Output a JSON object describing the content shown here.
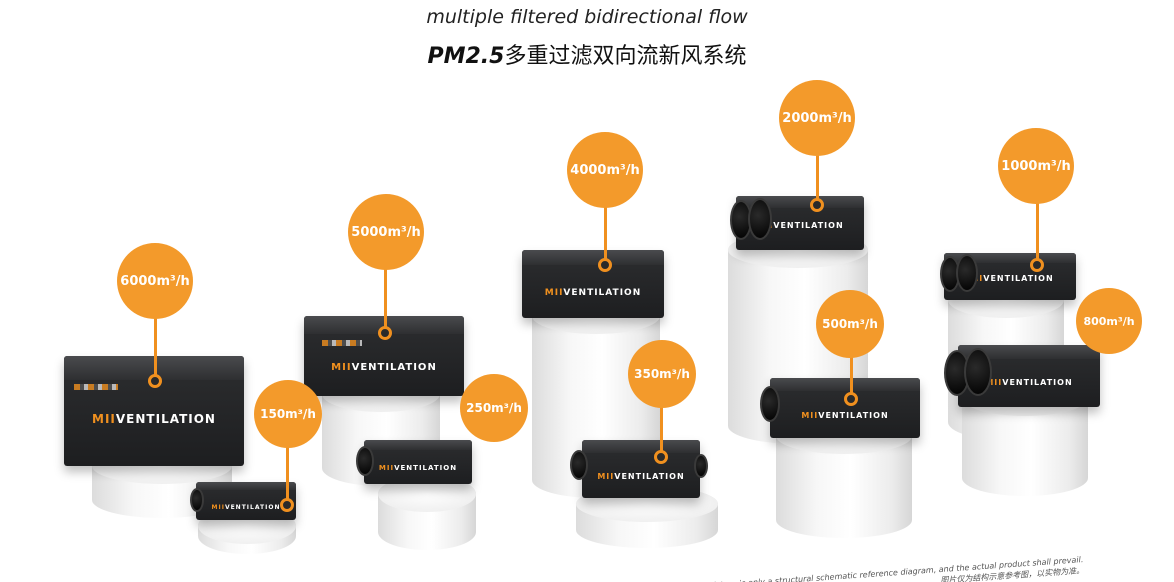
{
  "header": {
    "subtitle": "multiple filtered bidirectional flow",
    "title_prefix": "PM2.5",
    "title_main": "多重过滤双向流新风系统"
  },
  "brand": {
    "mark": "MII",
    "name": "VENTILATION"
  },
  "units": [
    {
      "id": "6000",
      "capacity": "6000m³/h"
    },
    {
      "id": "150",
      "capacity": "150m³/h"
    },
    {
      "id": "5000",
      "capacity": "5000m³/h"
    },
    {
      "id": "250",
      "capacity": "250m³/h"
    },
    {
      "id": "4000",
      "capacity": "4000m³/h"
    },
    {
      "id": "350",
      "capacity": "350m³/h"
    },
    {
      "id": "2000",
      "capacity": "2000m³/h"
    },
    {
      "id": "500",
      "capacity": "500m³/h"
    },
    {
      "id": "1000",
      "capacity": "1000m³/h"
    },
    {
      "id": "800",
      "capacity": "800m³/h"
    }
  ],
  "disclaimer": {
    "en": "IThe picture is only a structural schematic reference diagram, and the actual product shall prevail.",
    "cn": "图片仅为结构示意参考图，以实物为准。"
  },
  "colors": {
    "accent": "#f39a2b",
    "unit_body": "#1d1e20",
    "pedestal": "#f2f2f2"
  }
}
